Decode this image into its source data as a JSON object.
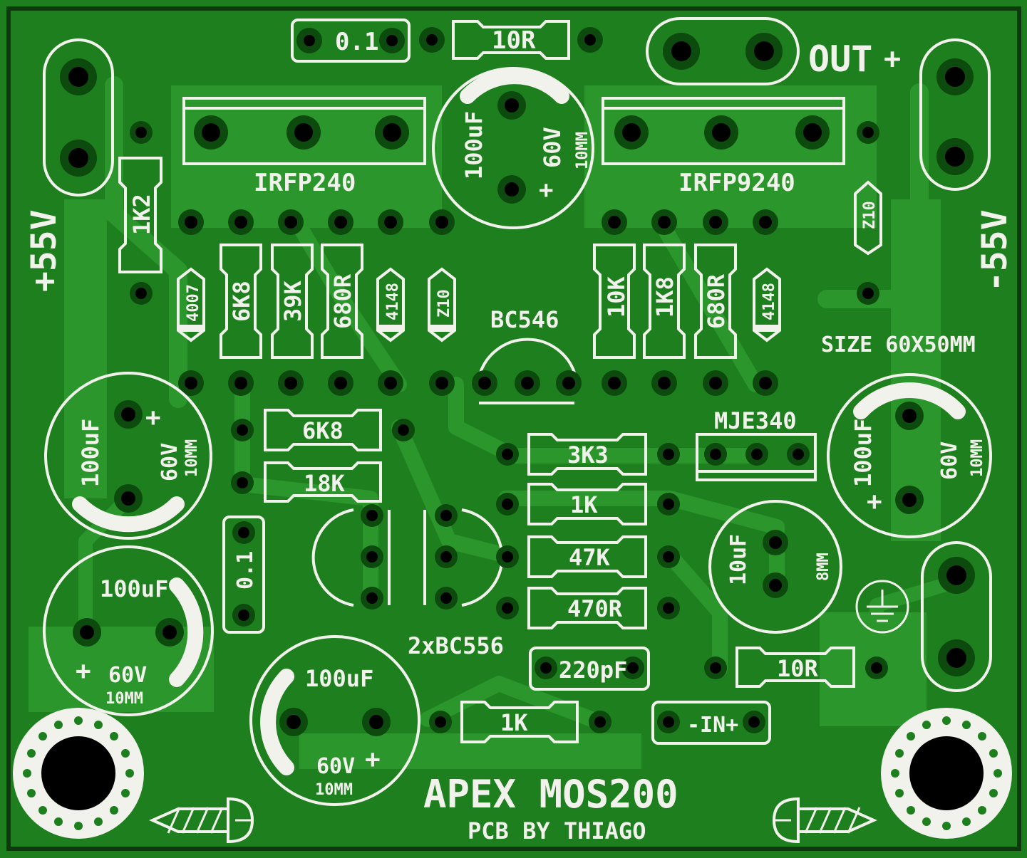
{
  "board": {
    "title": "APEX MOS200",
    "credit": "PCB BY THIAGO",
    "size_note": "SIZE 60X50MM"
  },
  "power": {
    "positive_rail": "+55V",
    "negative_rail": "-55V",
    "output_label": "OUT",
    "output_plus": "+",
    "input_label": "-IN+"
  },
  "transistors": {
    "mosfet_n": "IRFP240",
    "mosfet_p": "IRFP9240",
    "driver": "MJE340",
    "small_npn": "BC546",
    "diff_pair": "2xBC556"
  },
  "resistors": {
    "r_top": "10R",
    "r_1k2": "1K2",
    "r_6k8_v": "6K8",
    "r_39k": "39K",
    "r_680r_left": "680R",
    "r_10k": "10K",
    "r_1k8": "1K8",
    "r_680r_right": "680R",
    "r_6k8_h": "6K8",
    "r_18k": "18K",
    "r_3k3": "3K3",
    "r_1k_mid": "1K",
    "r_47k": "47K",
    "r_470r": "470R",
    "r_10r_bottom": "10R",
    "r_1k_bottom": "1K"
  },
  "capacitors": {
    "c_top_small": "0.1",
    "c_left_small": "0.1",
    "c_220pf": "220pF",
    "elec_value": "100uF",
    "elec_voltage": "60V",
    "elec_size": "10MM",
    "elec_plus": "+",
    "c_10uf": "10uF",
    "c_10uf_size": "8MM"
  },
  "diodes": {
    "d_4007": "4007",
    "d_4148_left": "4148",
    "d_4148_right": "4148",
    "zener_left": "Z10",
    "zener_right": "Z10"
  },
  "colors": {
    "board_green": "#1e7f1e",
    "copper_green": "#2b962b",
    "silkscreen": "#f2f2ec",
    "pad_ring": "#0d4a0d",
    "drill": "#000000"
  }
}
